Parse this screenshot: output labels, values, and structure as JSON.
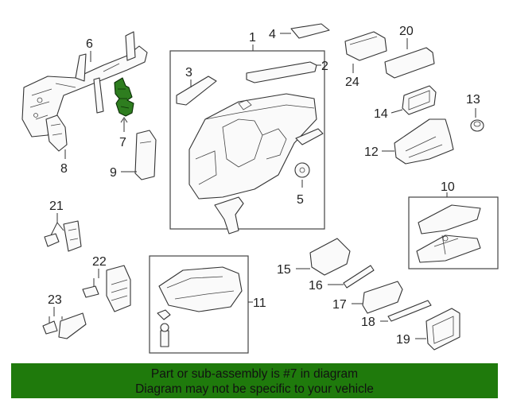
{
  "banner": {
    "line1": "Part or sub-assembly is #7 in diagram",
    "line2": "Diagram may not be specific to your vehicle"
  },
  "callouts": {
    "c1": "1",
    "c2": "2",
    "c3": "3",
    "c4": "4",
    "c5": "5",
    "c6": "6",
    "c7": "7",
    "c8": "8",
    "c9": "9",
    "c10": "10",
    "c11": "11",
    "c12": "12",
    "c13": "13",
    "c14": "14",
    "c15": "15",
    "c16": "16",
    "c17": "17",
    "c18": "18",
    "c19": "19",
    "c20": "20",
    "c21": "21",
    "c22": "22",
    "c23": "23",
    "c24": "24"
  },
  "highlighted_part": "7",
  "colors": {
    "banner": "#1f7a0c",
    "highlight": "#2e7d1f"
  }
}
